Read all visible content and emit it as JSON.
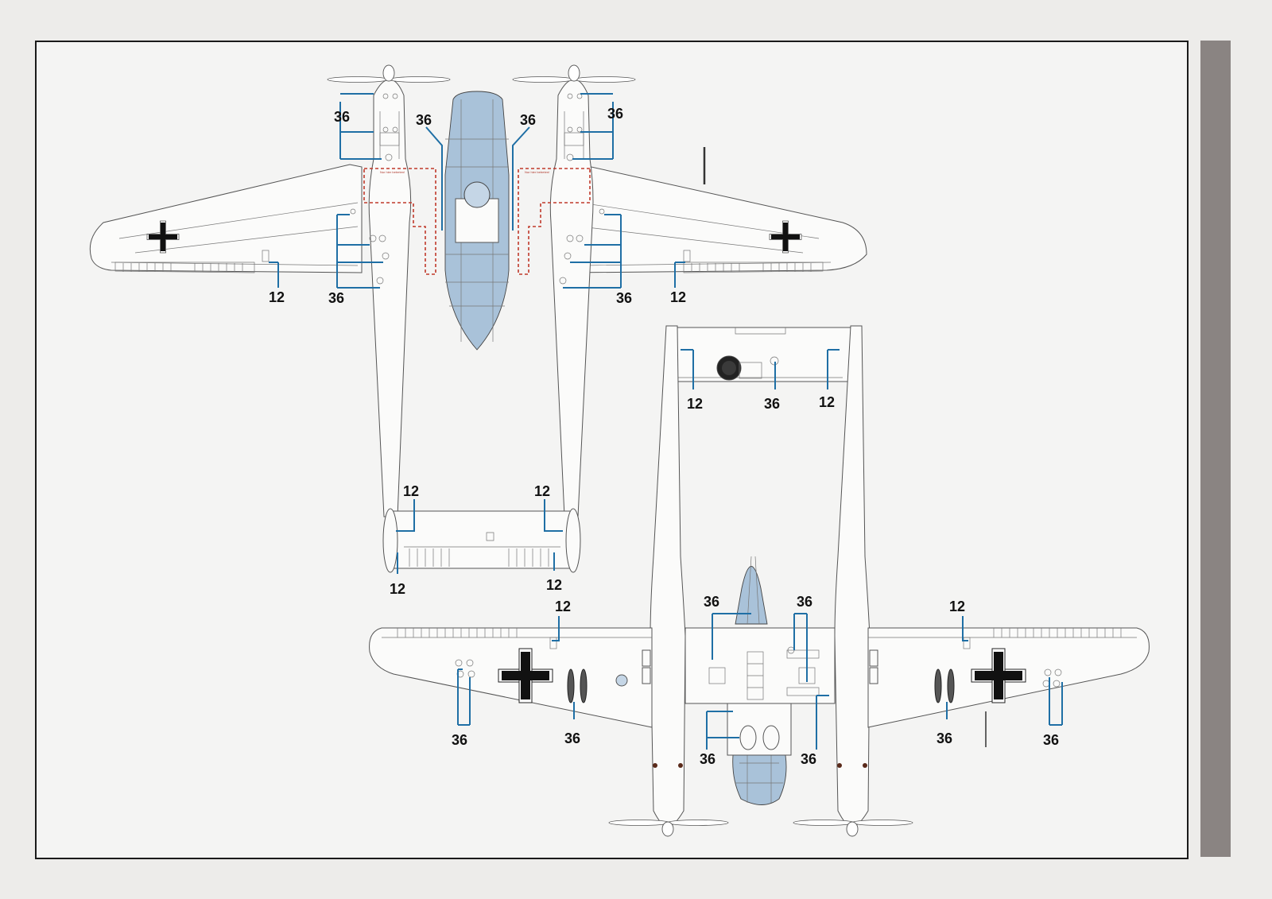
{
  "colors": {
    "page_bg": "#edecea",
    "frame_border": "#1a1a1a",
    "leader_lines": "#1f6fa5",
    "canopy_glass": "#a9c2d9",
    "side_bar": "#8a8482",
    "no_step_marking": "#c0392b"
  },
  "top_view": {
    "callouts": [
      {
        "id": "tv-36-left-engine",
        "text": "36"
      },
      {
        "id": "tv-36-canopy-left",
        "text": "36"
      },
      {
        "id": "tv-36-canopy-right",
        "text": "36"
      },
      {
        "id": "tv-36-right-engine",
        "text": "36"
      },
      {
        "id": "tv-36-left-wing",
        "text": "36"
      },
      {
        "id": "tv-12-left-aileron",
        "text": "12"
      },
      {
        "id": "tv-36-right-wing",
        "text": "36"
      },
      {
        "id": "tv-12-right-aileron",
        "text": "12"
      },
      {
        "id": "tv-12-left-tail-top",
        "text": "12"
      },
      {
        "id": "tv-12-right-tail-top",
        "text": "12"
      },
      {
        "id": "tv-12-left-tail-bottom",
        "text": "12"
      },
      {
        "id": "tv-12-right-tail-bottom",
        "text": "12"
      }
    ]
  },
  "bottom_view": {
    "callouts": [
      {
        "id": "bv-12-left-tail",
        "text": "12"
      },
      {
        "id": "bv-36-tail-center",
        "text": "36"
      },
      {
        "id": "bv-12-right-tail",
        "text": "12"
      },
      {
        "id": "bv-12-left-aileron",
        "text": "12"
      },
      {
        "id": "bv-36-center-left",
        "text": "36"
      },
      {
        "id": "bv-36-center-right",
        "text": "36"
      },
      {
        "id": "bv-12-right-aileron",
        "text": "12"
      },
      {
        "id": "bv-36-left-wing-outer",
        "text": "36"
      },
      {
        "id": "bv-36-left-wing-inner",
        "text": "36"
      },
      {
        "id": "bv-36-gondola-left",
        "text": "36"
      },
      {
        "id": "bv-36-gondola-right",
        "text": "36"
      },
      {
        "id": "bv-36-right-wing-inner",
        "text": "36"
      },
      {
        "id": "bv-36-right-wing-outer",
        "text": "36"
      }
    ]
  },
  "icons": [
    "balkenkreuz-icon",
    "propeller-icon",
    "canopy-icon"
  ]
}
